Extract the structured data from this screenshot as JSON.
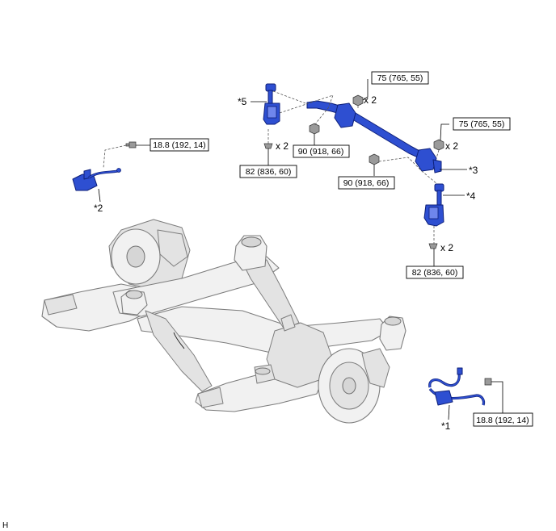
{
  "callouts": {
    "c1": "*1",
    "c2": "*2",
    "c3": "*3",
    "c4": "*4",
    "c5": "*5"
  },
  "torque_labels": {
    "sensor_left": "18.8 (192, 14)",
    "sensor_right": "18.8 (192, 14)",
    "bar_top": "75 (765, 55)",
    "bar_right": "75 (765, 55)",
    "link_top_nut": "90 (918, 66)",
    "link_right_nut": "90 (918, 66)",
    "bush_left": "82 (836, 60)",
    "bush_right": "82 (836, 60)"
  },
  "quantities": {
    "bar_top": "x 2",
    "bar_right": "x 2",
    "bush_left": "x 2",
    "bush_right": "x 2"
  },
  "corner_mark": "H",
  "colors": {
    "part_highlight": "#2e4fd1",
    "frame": "#f1f1f1",
    "outline": "#7d7d7d"
  }
}
